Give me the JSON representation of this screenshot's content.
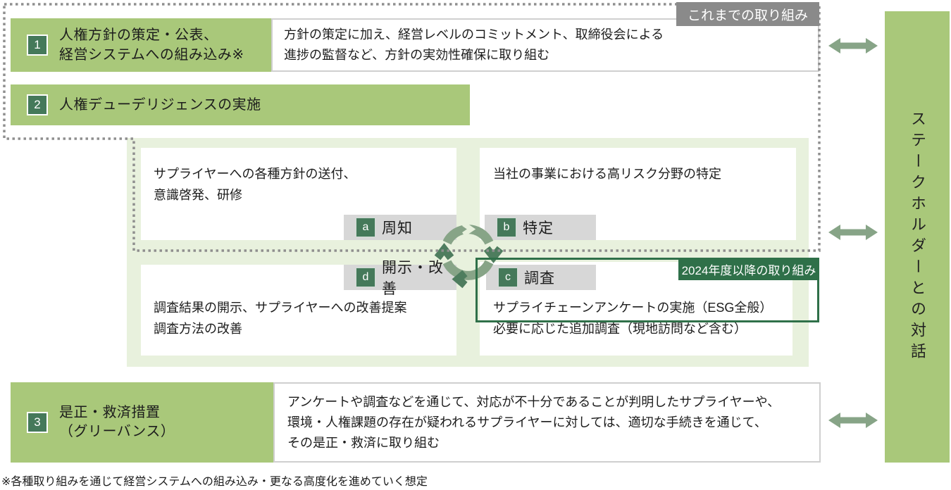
{
  "labels": {
    "past": "これまでの取り組み",
    "future": "2024年度以降の取り組み"
  },
  "rows": {
    "r1": {
      "num": "1",
      "title1": "人権方針の策定・公表、",
      "title2": "経営システムへの組み込み※",
      "desc1": "方針の策定に加え、経営レベルのコミットメント、取締役会による",
      "desc2": "進捗の監督など、方針の実効性確保に取り組む"
    },
    "r2": {
      "num": "2",
      "title": "人権デューデリジェンスの実施"
    },
    "r3": {
      "num": "3",
      "title1": "是正・救済措置",
      "title2": "（グリーバンス）",
      "desc1": "アンケートや調査などを通じて、対応が不十分であることが判明したサプライヤーや、",
      "desc2": "環境・人権課題の存在が疑われるサプライヤーに対しては、適切な手続きを通じて、",
      "desc3": "その是正・救済に取り組む"
    }
  },
  "cycle": {
    "a": {
      "key": "a",
      "label": "周知",
      "desc1": "サプライヤーへの各種方針の送付、",
      "desc2": "意識啓発、研修"
    },
    "b": {
      "key": "b",
      "label": "特定",
      "desc1": "当社の事業における高リスク分野の特定"
    },
    "c": {
      "key": "c",
      "label": "調査",
      "desc1": "サプライチェーンアンケートの実施（ESG全般）",
      "desc2": "必要に応じた追加調査（現地訪問など含む）"
    },
    "d": {
      "key": "d",
      "label": "開示・改善",
      "desc1": "調査結果の開示、サプライヤーへの改善提案",
      "desc2": "調査方法の改善"
    }
  },
  "sidebar": {
    "label": "ステークホルダーとの対話"
  },
  "footnote": "※各種取り組みを通じて経営システムへの組み込み・更なる高度化を進めていく想定",
  "colors": {
    "bar_green": "#a9c87a",
    "badge_green": "#45795a",
    "panel_green": "#e8f1dd",
    "strip_gray": "#d7d7d7",
    "label_gray": "#8a8a8a",
    "outline_green": "#2f7049",
    "arrow_sage": "#87a487",
    "cycle_dark": "#4e7d5e"
  }
}
